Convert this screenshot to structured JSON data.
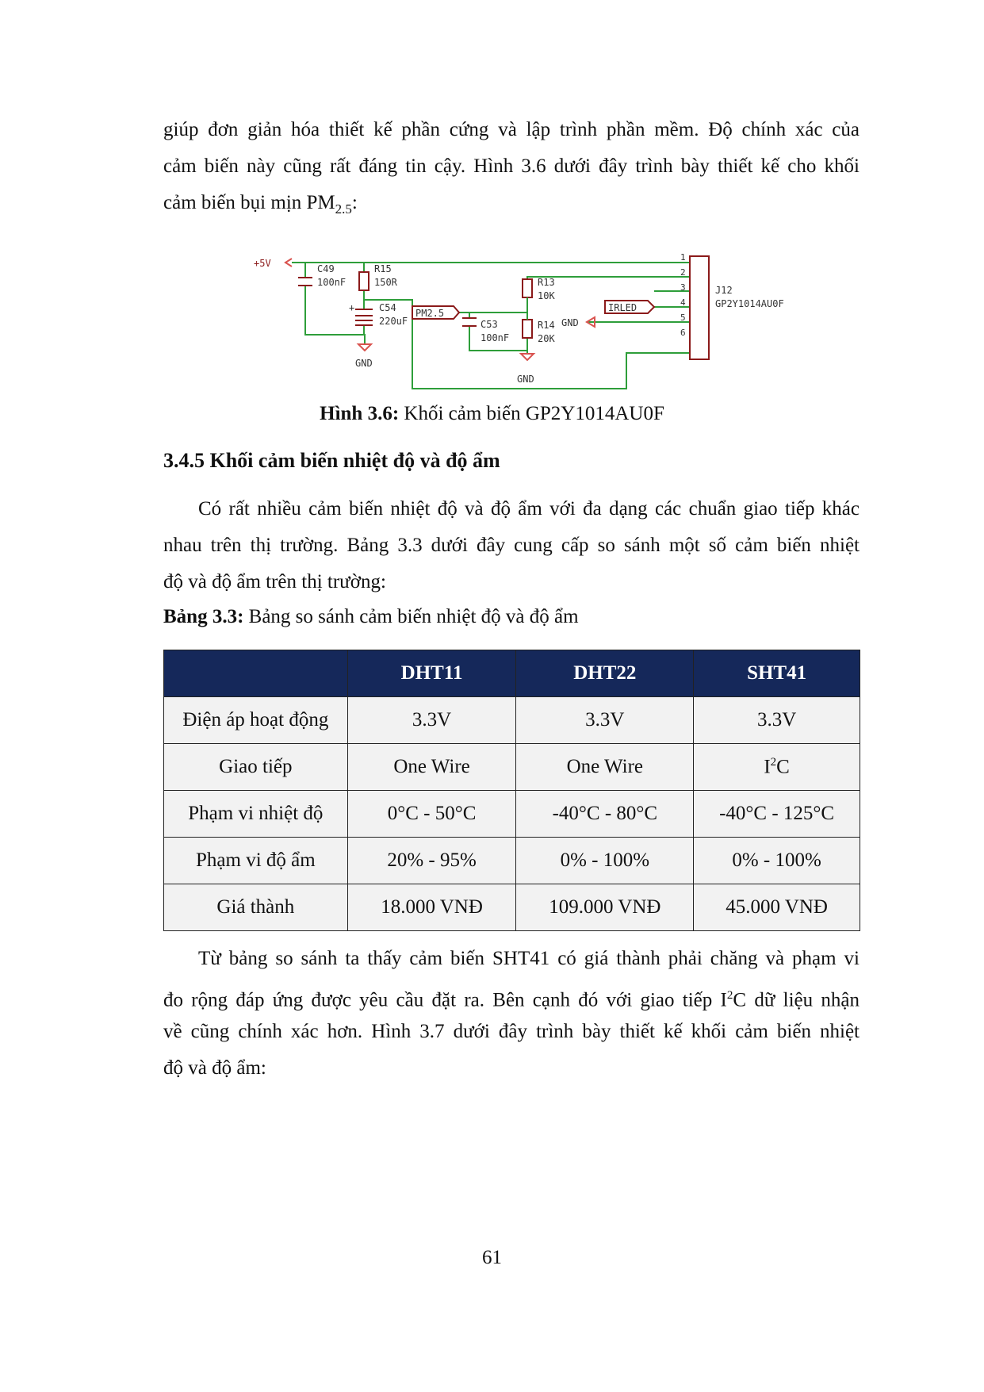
{
  "intro": {
    "line1": "giúp đơn giản hóa thiết kế phần cứng và lập trình phần mềm. Độ chính xác của",
    "line2": "cảm biến này cũng rất đáng tin cậy. Hình 3.6 dưới đây trình bày thiết kế cho khối",
    "line3_text": "cảm biến bụi mịn PM",
    "line3_sub": "2.5",
    "line3_end": ":"
  },
  "schematic": {
    "net_5v": "+5V",
    "c49_ref": "C49",
    "c49_val": "100nF",
    "r15_ref": "R15",
    "r15_val": "150R",
    "c54_ref": "C54",
    "c54_val": "220uF",
    "c54_pol": "+",
    "gnd_left": "GND",
    "pm25_label": "PM2.5",
    "c53_ref": "C53",
    "c53_val": "100nF",
    "r13_ref": "R13",
    "r13_val": "10K",
    "r14_ref": "R14",
    "r14_val": "20K",
    "gnd_mid": "GND",
    "gnd_right": "GND",
    "irled_label": "IRLED",
    "j12_ref": "J12",
    "j12_val": "GP2Y1014AU0F",
    "pins": [
      "1",
      "2",
      "3",
      "4",
      "5",
      "6"
    ]
  },
  "figure_caption": {
    "label": "Hình 3.6:",
    "text": " Khối cảm biến GP2Y1014AU0F"
  },
  "section_heading": "3.4.5 Khối cảm biến nhiệt độ và độ ẩm",
  "section_para": {
    "line1": "Có rất nhiều cảm biến nhiệt độ và độ ẩm với đa dạng các chuẩn giao tiếp khác",
    "line2": "nhau trên thị trường. Bảng 3.3 dưới đây cung cấp so sánh một số cảm biến nhiệt",
    "line3": "độ và độ ẩm trên thị trường:"
  },
  "table_caption": {
    "label": "Bảng 3.3:",
    "text": " Bảng so sánh cảm biến nhiệt độ và độ ẩm"
  },
  "table": {
    "headers": [
      "",
      "DHT11",
      "DHT22",
      "SHT41"
    ],
    "rows": [
      {
        "label": "Điện áp hoạt động",
        "dht11": "3.3V",
        "dht22": "3.3V",
        "sht41": "3.3V"
      },
      {
        "label": "Giao tiếp",
        "dht11": "One Wire",
        "dht22": "One Wire",
        "sht41_base": "I",
        "sht41_sup": "2",
        "sht41_end": "C"
      },
      {
        "label": "Phạm vi nhiệt độ",
        "dht11": "0°C - 50°C",
        "dht22": "-40°C - 80°C",
        "sht41": "-40°C - 125°C"
      },
      {
        "label": "Phạm vi độ ẩm",
        "dht11": "20% - 95%",
        "dht22": "0% - 100%",
        "sht41": "0% - 100%"
      },
      {
        "label": "Giá thành",
        "dht11": "18.000 VNĐ",
        "dht22": "109.000 VNĐ",
        "sht41": "45.000 VNĐ"
      }
    ]
  },
  "outro": {
    "line1": "Từ bảng so sánh ta thấy cảm biến SHT41 có giá thành phải chăng và phạm vi",
    "line2_a": "đo rộng đáp ứng được yêu cầu đặt ra. Bên cạnh đó với giao tiếp I",
    "line2_sup": "2",
    "line2_b": "C dữ liệu nhận",
    "line3": "về cũng chính xác hơn. Hình 3.7 dưới đây trình bày thiết kế khối cảm biến nhiệt",
    "line4": "độ và độ ẩm:"
  },
  "page_number": "61",
  "colors": {
    "table_header": "#15285a",
    "table_body": "#f2f2f2",
    "wire": "#2e9e3a",
    "component": "#8b1a1a",
    "power": "#d9534f"
  }
}
